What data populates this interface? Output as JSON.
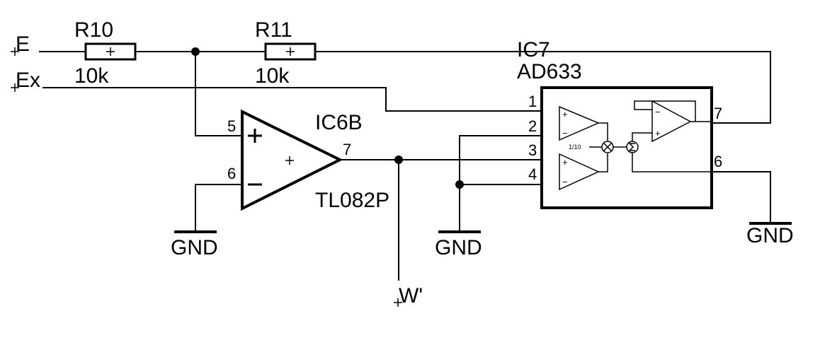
{
  "nets": {
    "e": "E",
    "ex": "Ex",
    "w_prime": "W'"
  },
  "resistors": [
    {
      "ref": "R10",
      "value": "10k"
    },
    {
      "ref": "R11",
      "value": "10k"
    }
  ],
  "opamp": {
    "ref": "IC6B",
    "part": "TL082P",
    "pin_noninv": "5",
    "pin_inv": "6",
    "pin_out": "7"
  },
  "multiplier": {
    "ref": "IC7",
    "part": "AD633",
    "pins": [
      "1",
      "2",
      "3",
      "4",
      "7",
      "6"
    ],
    "scale_label": "1/10"
  },
  "grounds": [
    "GND",
    "GND",
    "GND"
  ]
}
